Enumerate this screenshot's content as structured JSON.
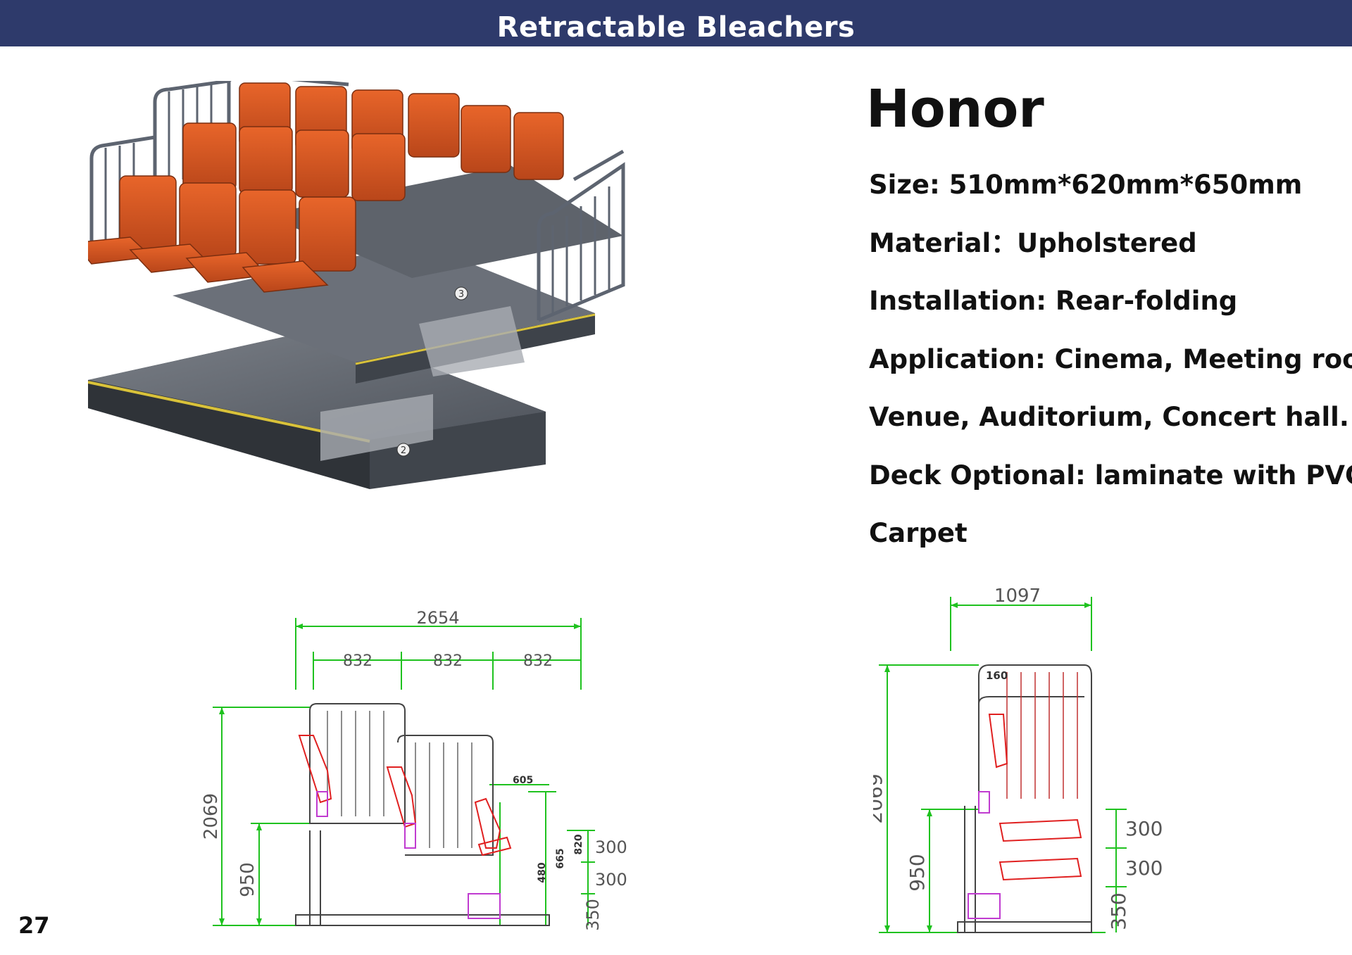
{
  "header": {
    "title": "Retractable Bleachers"
  },
  "product": {
    "name": "Honor",
    "specs": [
      "Size: 510mm*620mm*650mm",
      "Material：Upholstered",
      "Installation: Rear-folding",
      "Application: Cinema, Meeting room,",
      "Venue, Auditorium, Concert hall.",
      "Deck Optional: laminate with PVC /",
      "Carpet"
    ]
  },
  "illustration": {
    "markers": [
      "3",
      "2"
    ]
  },
  "front_drawing": {
    "total_width": "2654",
    "bay_widths": [
      "832",
      "832",
      "832"
    ],
    "total_height": "2069",
    "middle_height": "950",
    "row_depth": "605",
    "seat_heights": [
      "480",
      "665",
      "820"
    ],
    "step_rises": [
      "300",
      "300",
      "350"
    ]
  },
  "side_drawing": {
    "total_width": "1097",
    "offset": "160",
    "total_height": "2069",
    "middle_height": "950",
    "step_rises": [
      "300",
      "300",
      "350"
    ]
  },
  "page": {
    "number": "27"
  },
  "colors": {
    "header_bg": "#2e3a6b",
    "seat_orange": "#d8581e",
    "frame_grey": "#5d6470",
    "dimension_green": "#1fc21f",
    "drawing_red": "#e02020"
  }
}
